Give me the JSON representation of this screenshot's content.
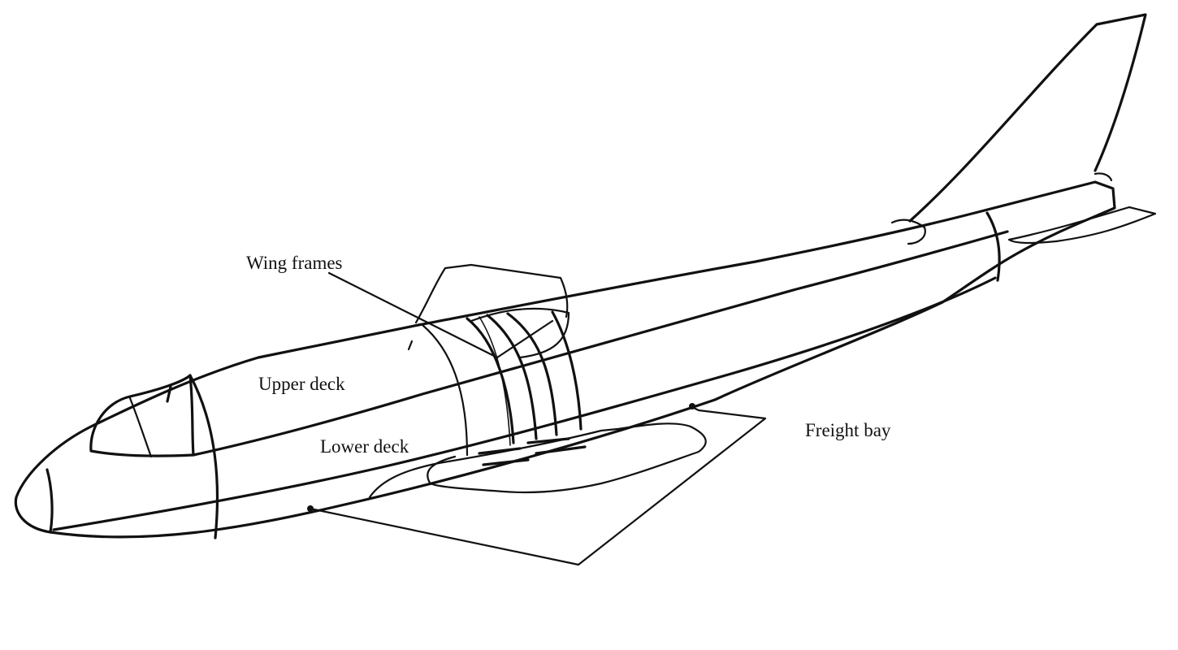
{
  "labels": {
    "wing_frames": "Wing frames",
    "upper_deck": "Upper deck",
    "lower_deck": "Lower deck",
    "freight_bay": "Freight bay"
  },
  "colors": {
    "line": "#111111",
    "background": "#ffffff"
  }
}
